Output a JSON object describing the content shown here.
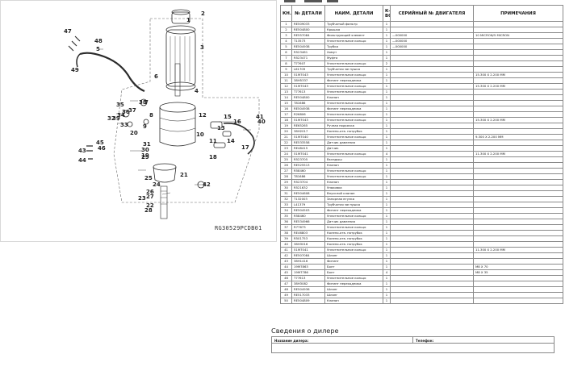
{
  "diagram": {
    "figure_code": "RG30529PCDB01",
    "callouts": [
      "1",
      "2",
      "3",
      "4",
      "5",
      "6",
      "7",
      "8",
      "9",
      "10",
      "11",
      "12",
      "13",
      "14",
      "15",
      "16",
      "17",
      "18",
      "19",
      "20",
      "21",
      "22",
      "23",
      "24",
      "25",
      "26",
      "27",
      "28",
      "29",
      "30",
      "31",
      "32",
      "33",
      "34",
      "35",
      "36",
      "37",
      "38",
      "39",
      "40",
      "41",
      "42",
      "43",
      "44",
      "45",
      "46",
      "47",
      "48",
      "49"
    ]
  },
  "table": {
    "headers": {
      "no": "КН.",
      "part_no": "№ ДЕТАЛИ",
      "name": "НАИМ. ДЕТАЛИ",
      "qty": "К-ВО",
      "serial": "СЕРИЙНЫЙ № ДВИГАТЕЛЯ",
      "note": "ПРИМЕЧАНИЯ"
    },
    "rows": [
      {
        "no": "1",
        "part": "RE509033",
        "name": "Трубчатый фильтр",
        "qty": "1",
        "serial": "",
        "note": ""
      },
      {
        "no": "2",
        "part": "RE504800",
        "name": "Крышка",
        "qty": "1",
        "serial": "",
        "note": ""
      },
      {
        "no": "3",
        "part": "RE557084",
        "name": "Фильтрующий элемент",
        "qty": "1",
        "serial": "—000000",
        "note": "10 MICRON/5 MICRON"
      },
      {
        "no": "4",
        "part": "T13573",
        "name": "Уплотнительное кольцо",
        "qty": "1",
        "serial": "—000000",
        "note": ""
      },
      {
        "no": "5",
        "part": "RE504938",
        "name": "Трубка",
        "qty": "1",
        "serial": "—000000",
        "note": ""
      },
      {
        "no": "6",
        "part": "R523461",
        "name": "Хомут",
        "qty": "1",
        "serial": "",
        "note": ""
      },
      {
        "no": "7",
        "part": "R523471",
        "name": "Муфта",
        "qty": "1",
        "serial": "",
        "note": ""
      },
      {
        "no": "8",
        "part": "T77607",
        "name": "Уплотнительное кольцо",
        "qty": "2",
        "serial": "",
        "note": ""
      },
      {
        "no": "9",
        "part": "L61709",
        "name": "Трубчатая заглушка",
        "qty": "1",
        "serial": "",
        "note": ""
      },
      {
        "no": "10",
        "part": "51M7043",
        "name": "Уплотнительное кольцо",
        "qty": "1",
        "serial": "",
        "note": "15.300 X 2.200 MM"
      },
      {
        "no": "11",
        "part": "38H5337",
        "name": "Фитинг переходника",
        "qty": "1",
        "serial": "",
        "note": ""
      },
      {
        "no": "12",
        "part": "51M7043",
        "name": "Уплотнительное кольцо",
        "qty": "1",
        "serial": "",
        "note": "15.300 X 2.200 MM"
      },
      {
        "no": "13",
        "part": "T77613",
        "name": "Уплотнительное кольцо",
        "qty": "1",
        "serial": "",
        "note": ""
      },
      {
        "no": "14",
        "part": "RE504800",
        "name": "Клапан",
        "qty": "1",
        "serial": "",
        "note": ""
      },
      {
        "no": "15",
        "part": "T81686",
        "name": "Уплотнительное кольцо",
        "qty": "1",
        "serial": "",
        "note": ""
      },
      {
        "no": "16",
        "part": "RE504938",
        "name": "Фитинг переходника",
        "qty": "1",
        "serial": "",
        "note": ""
      },
      {
        "no": "17",
        "part": "R26806",
        "name": "Уплотнительное кольцо",
        "qty": "1",
        "serial": "",
        "note": ""
      },
      {
        "no": "18",
        "part": "51M7043",
        "name": "Уплотнительное кольцо",
        "qty": "1",
        "serial": "",
        "note": "15.300 X 2.200 MM"
      },
      {
        "no": "19",
        "part": "RE65265",
        "name": "Ручная подкачка",
        "qty": "1",
        "serial": "",
        "note": ""
      },
      {
        "no": "20",
        "part": "38H2017",
        "name": "Колено-отв. патрубок",
        "qty": "1",
        "serial": "",
        "note": ""
      },
      {
        "no": "21",
        "part": "51M7040",
        "name": "Уплотнительное кольцо",
        "qty": "1",
        "serial": "",
        "note": "9.300 X 2.200 MM"
      },
      {
        "no": "22",
        "part": "RE533558",
        "name": "Датчик давления",
        "qty": "1",
        "serial": "",
        "note": ""
      },
      {
        "no": "23",
        "part": "RE48415",
        "name": "Датчик",
        "qty": "1",
        "serial": "",
        "note": ""
      },
      {
        "no": "24",
        "part": "51M7041",
        "name": "Уплотнительное кольцо",
        "qty": "4",
        "serial": "",
        "note": "11.300 X 2.200 MM"
      },
      {
        "no": "25",
        "part": "R523705",
        "name": "Вкладыш",
        "qty": "1",
        "serial": "",
        "note": ""
      },
      {
        "no": "26",
        "part": "RE525513",
        "name": "Клапан",
        "qty": "1",
        "serial": "",
        "note": ""
      },
      {
        "no": "27",
        "part": "R58460",
        "name": "Уплотнительное кольцо",
        "qty": "1",
        "serial": "",
        "note": ""
      },
      {
        "no": "28",
        "part": "T81686",
        "name": "Уплотнительное кольцо",
        "qty": "1",
        "serial": "",
        "note": ""
      },
      {
        "no": "29",
        "part": "R523704",
        "name": "Клапан",
        "qty": "1",
        "serial": "",
        "note": ""
      },
      {
        "no": "30",
        "part": "R521632",
        "name": "Упаковка",
        "qty": "1",
        "serial": "",
        "note": ""
      },
      {
        "no": "31",
        "part": "RE504608",
        "name": "Впускной клапан",
        "qty": "1",
        "serial": "",
        "note": ""
      },
      {
        "no": "32",
        "part": "T132003",
        "name": "Запорная втулка",
        "qty": "1",
        "serial": "",
        "note": ""
      },
      {
        "no": "33",
        "part": "L41379",
        "name": "Трубчатая заглушка",
        "qty": "1",
        "serial": "",
        "note": ""
      },
      {
        "no": "34",
        "part": "RE504503",
        "name": "Фитинг переходника",
        "qty": "1",
        "serial": "",
        "note": ""
      },
      {
        "no": "35",
        "part": "R58460",
        "name": "Уплотнительное кольцо",
        "qty": "1",
        "serial": "",
        "note": ""
      },
      {
        "no": "36",
        "part": "RE534966",
        "name": "Датчик давления",
        "qty": "1",
        "serial": "",
        "note": ""
      },
      {
        "no": "37",
        "part": "R77673",
        "name": "Уплотнительное кольцо",
        "qty": "1",
        "serial": "",
        "note": ""
      },
      {
        "no": "38",
        "part": "RE46803",
        "name": "Колено-отв. патрубок",
        "qty": "1",
        "serial": "",
        "note": ""
      },
      {
        "no": "39",
        "part": "R501753",
        "name": "Колено-отв. патрубок",
        "qty": "1",
        "serial": "",
        "note": ""
      },
      {
        "no": "40",
        "part": "38H3016",
        "name": "Колено-отв. патрубок",
        "qty": "1",
        "serial": "",
        "note": ""
      },
      {
        "no": "41",
        "part": "51M7041",
        "name": "Уплотнительное кольцо",
        "qty": "1",
        "serial": "",
        "note": "11.300 X 2.200 MM"
      },
      {
        "no": "42",
        "part": "RE507084",
        "name": "Шланг",
        "qty": "1",
        "serial": "",
        "note": ""
      },
      {
        "no": "43",
        "part": "38H1416",
        "name": "Фитинг",
        "qty": "1",
        "serial": "",
        "note": ""
      },
      {
        "no": "44",
        "part": "19M7863",
        "name": "Болт",
        "qty": "1",
        "serial": "",
        "note": "M8 X 70"
      },
      {
        "no": "45",
        "part": "19M7786",
        "name": "Болт",
        "qty": "4",
        "serial": "",
        "note": "M8 X 35"
      },
      {
        "no": "46",
        "part": "T77613",
        "name": "Уплотнительное кольцо",
        "qty": "1",
        "serial": "",
        "note": ""
      },
      {
        "no": "47",
        "part": "38H3082",
        "name": "Фитинг переходника",
        "qty": "1",
        "serial": "",
        "note": ""
      },
      {
        "no": "48",
        "part": "RE504936",
        "name": "Шланг",
        "qty": "1",
        "serial": "",
        "note": ""
      },
      {
        "no": "49",
        "part": "RE517033",
        "name": "Шланг",
        "qty": "1",
        "serial": "",
        "note": ""
      },
      {
        "no": "50",
        "part": "RE504809",
        "name": "Клапан",
        "qty": "1",
        "serial": "",
        "note": ""
      }
    ]
  },
  "dealer": {
    "title": "Сведения о дилере",
    "name_label": "Название дилера:",
    "phone_label": "Телефон:"
  }
}
